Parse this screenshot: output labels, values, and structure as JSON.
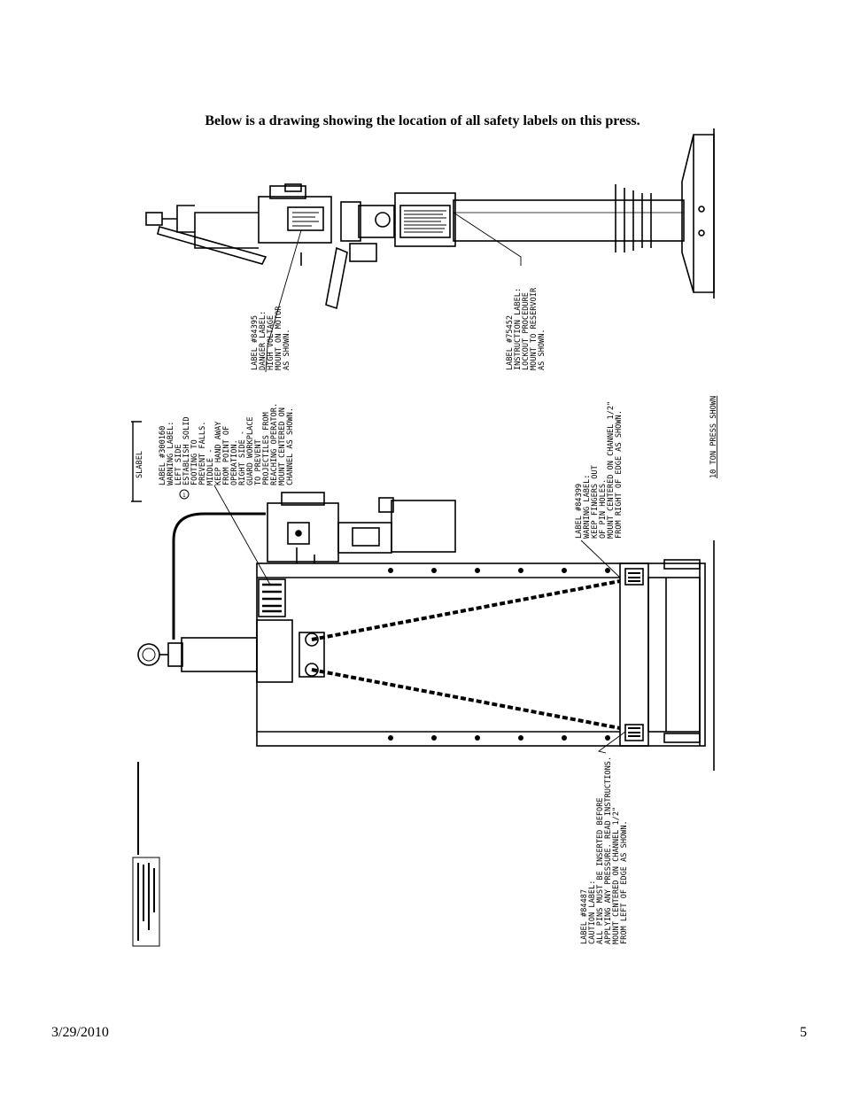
{
  "page": {
    "caption": "Below is a drawing showing the location of all safety labels on this press.",
    "date": "3/29/2010",
    "page_number": "5"
  },
  "drawing": {
    "sheet_label": "SLABEL",
    "press_note": "10 TON PRESS SHOWN",
    "callout_number": "1",
    "labels": [
      {
        "id": "label-84395",
        "lines": [
          "LABEL #84395",
          "DANGER LABEL:",
          "HIGH VOLTAGE",
          "MOUNT ON MOTOR",
          "AS SHOWN."
        ]
      },
      {
        "id": "label-75452",
        "lines": [
          "LABEL #75452",
          "INSTRUCTION LABEL:",
          "LOCKOUT PROCEDURE",
          "MOUNT TO RESERVOIR",
          "AS SHOWN."
        ]
      },
      {
        "id": "label-300160",
        "lines": [
          "LABEL #300160",
          "WARNING LABEL:",
          "LEFT SIDE",
          "ESTABLISH SOLID",
          "FOOTING TO",
          "PREVENT FALLS.",
          "MIDDLE -",
          "KEEP HAND AWAY",
          "FROM POINT OF",
          "OPERATION.",
          "RIGHT SIDE -",
          "GUARD WORKPLACE",
          "TO PREVENT",
          "PROJECTILES FROM",
          "REACHING OPERATOR.",
          "MOUNT CENTERED ON",
          "CHANNEL AS SHOWN."
        ]
      },
      {
        "id": "label-84399",
        "lines": [
          "LABEL #84399",
          "WARNING LABEL:",
          "KEEP FINGERS OUT",
          "OF PIN HOLES.",
          "MOUNT CENTERED ON CHANNEL 1/2\"",
          "FROM RIGHT OF EDGE AS SHOWN."
        ]
      },
      {
        "id": "label-84487",
        "lines": [
          "LABEL #84487",
          "CAUTION LABEL:",
          "ALL PINS MUST BE INSERTED BEFORE",
          "APPLYING ANY PRESSURE. READ INSTRUCTIONS.",
          "MOUNT CENTERED ON CHANNEL 1/2\"",
          "FROM LEFT OF EDGE AS SHOWN."
        ]
      }
    ]
  }
}
